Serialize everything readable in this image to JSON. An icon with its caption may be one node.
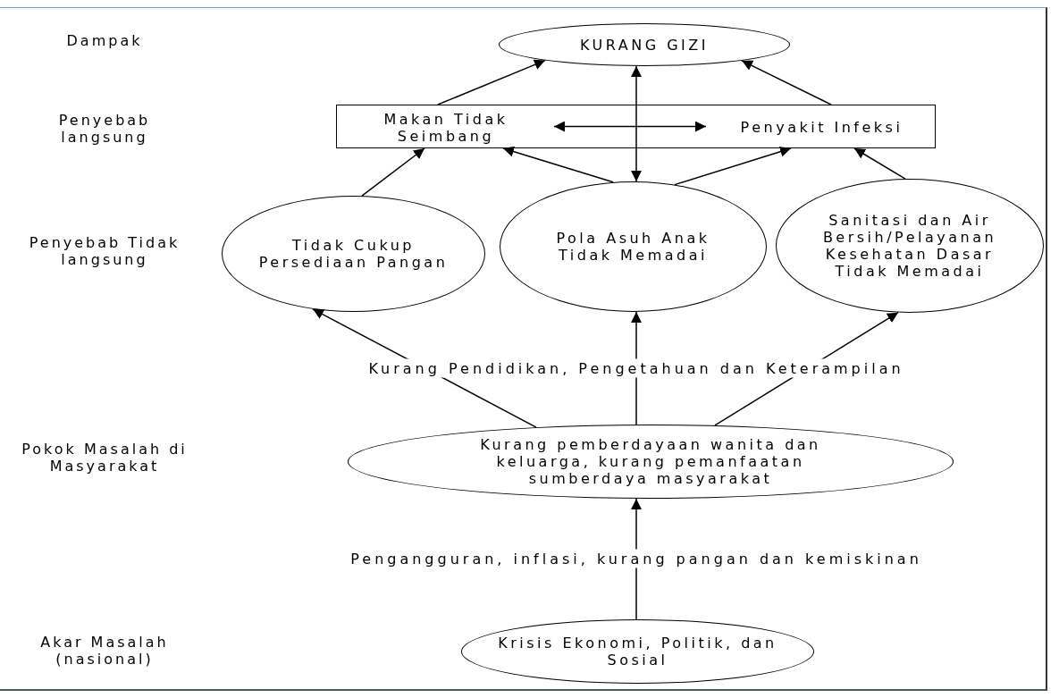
{
  "diagram": {
    "nodes": [
      {
        "text": [
          "KURANG GIZI"
        ]
      },
      {
        "text": [],
        "shape": "box"
      },
      {
        "text": [
          "Makan Tidak Seimbang"
        ],
        "in": 1
      },
      {
        "text": [
          "Penyakit Infeksi"
        ],
        "in": 1
      },
      {
        "text": [
          "Tidak Cukup Persediaan Pangan"
        ]
      },
      {
        "text": [
          "Pola Asuh Anak Tidak Memadai"
        ]
      },
      {
        "text": [
          "Sanitasi dan Air Bersih/Pelayanan Kesehatan Dasar Tidak Memadai"
        ]
      },
      {
        "text": [
          "Kurang pemberdayaan wanita dan keluarga, kurang pemanfaatan sumberdaya masyarakat"
        ]
      },
      {
        "text": [
          "Krisis Ekonomi, Politik, dan Sosial"
        ]
      }
    ],
    "edges": [
      {
        "from": 2,
        "to": 0,
        "arrow": "to"
      },
      {
        "from": 3,
        "to": 0,
        "arrow": "to"
      },
      {
        "from": 2,
        "to": 3,
        "arrow": "both"
      },
      {
        "from": 0,
        "to": 5,
        "arrow": "both"
      },
      {
        "from": 4,
        "to": 2,
        "arrow": "to"
      },
      {
        "from": 5,
        "to": 2,
        "arrow": "to"
      },
      {
        "from": 5,
        "to": 3,
        "arrow": "to"
      },
      {
        "from": 6,
        "to": 3,
        "arrow": "to"
      },
      {
        "from": 7,
        "to": 4,
        "arrow": "to"
      },
      {
        "from": 7,
        "to": 5,
        "arrow": "to",
        "label": "Kurang Pendidikan, Pengetahuan dan Keterampilan"
      },
      {
        "from": 7,
        "to": 6,
        "arrow": "to"
      },
      {
        "from": 8,
        "to": 7,
        "arrow": "to",
        "label": "Pengangguran, inflasi, kurang pangan dan kemiskinan"
      }
    ],
    "labels": [
      "Dampak",
      "Penyebab langsung",
      "Penyebab Tidak langsung",
      "Pokok Masalah di Masyarakat",
      "Akar Masalah (nasional)"
    ]
  }
}
